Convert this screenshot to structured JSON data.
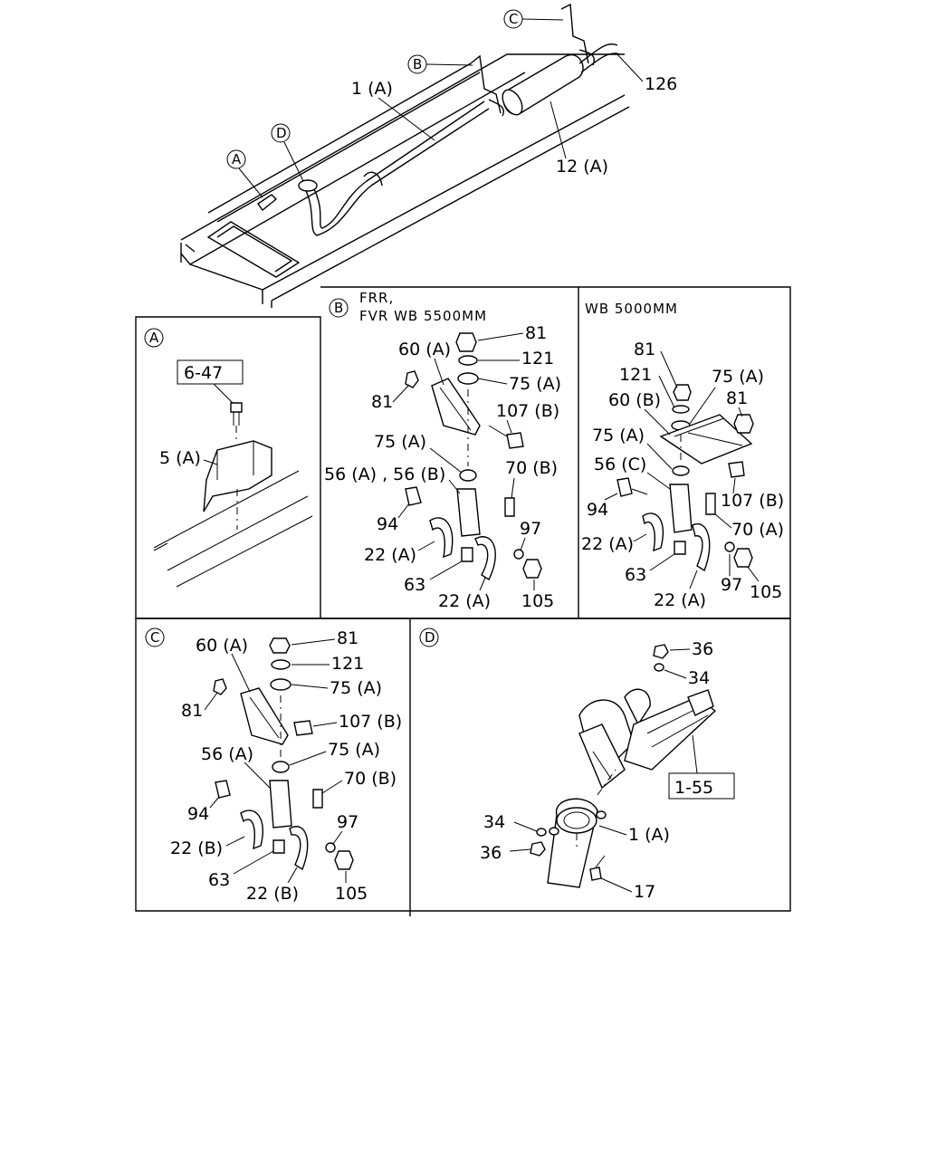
{
  "overview": {
    "callouts": [
      "A",
      "B",
      "C",
      "D"
    ],
    "labels": {
      "pipe": "1 (A)",
      "silencer": "12 (A)",
      "tail_pipe": "126"
    }
  },
  "panel_a": {
    "letter": "A",
    "ref_box": "6-47",
    "labels": [
      "5 (A)"
    ]
  },
  "panel_b": {
    "letter": "B",
    "title_line1": "FRR,",
    "title_line2": "FVR  WB  5500MM",
    "labels": {
      "nut": "81",
      "washer": "121",
      "rubber_top": "75 (A)",
      "bracket": "60 (A)",
      "side_nut": "81",
      "bolt_long": "107 (B)",
      "rubber_bottom": "75 (A)",
      "hanger": "56 (A) , 56 (B)",
      "bolt_right": "70 (B)",
      "bolt_left": "94",
      "lock_washer": "97",
      "clamp_left": "22 (A)",
      "collar": "63",
      "clamp_right": "22 (A)",
      "nut_bottom": "105"
    }
  },
  "panel_wb": {
    "title": "WB  5000MM",
    "labels": {
      "nut": "81",
      "washer": "121",
      "rubber_top": "75 (A)",
      "side_nut": "81",
      "bracket": "60 (B)",
      "rubber_bottom": "75 (A)",
      "hanger": "56 (C)",
      "bolt_long": "107 (B)",
      "bolt_left": "94",
      "bolt_right": "70 (A)",
      "clamp_left": "22 (A)",
      "collar": "63",
      "lock_washer": "97",
      "nut_bottom": "105",
      "clamp_right": "22 (A)"
    }
  },
  "panel_c": {
    "letter": "C",
    "labels": {
      "bracket": "60 (A)",
      "nut": "81",
      "washer": "121",
      "rubber_top": "75 (A)",
      "side_nut": "81",
      "bolt_long": "107 (B)",
      "hanger": "56 (A)",
      "rubber_bottom": "75 (A)",
      "bolt_right": "70 (B)",
      "bolt_left": "94",
      "lock_washer": "97",
      "clamp_left": "22 (B)",
      "collar": "63",
      "clamp_right": "22 (B)",
      "nut_bottom": "105"
    }
  },
  "panel_d": {
    "letter": "D",
    "ref_box": "1-55",
    "labels": {
      "nut_top": "36",
      "washer_top": "34",
      "washer_bottom": "34",
      "nut_bottom": "36",
      "pipe": "1 (A)",
      "bolt": "17"
    }
  }
}
